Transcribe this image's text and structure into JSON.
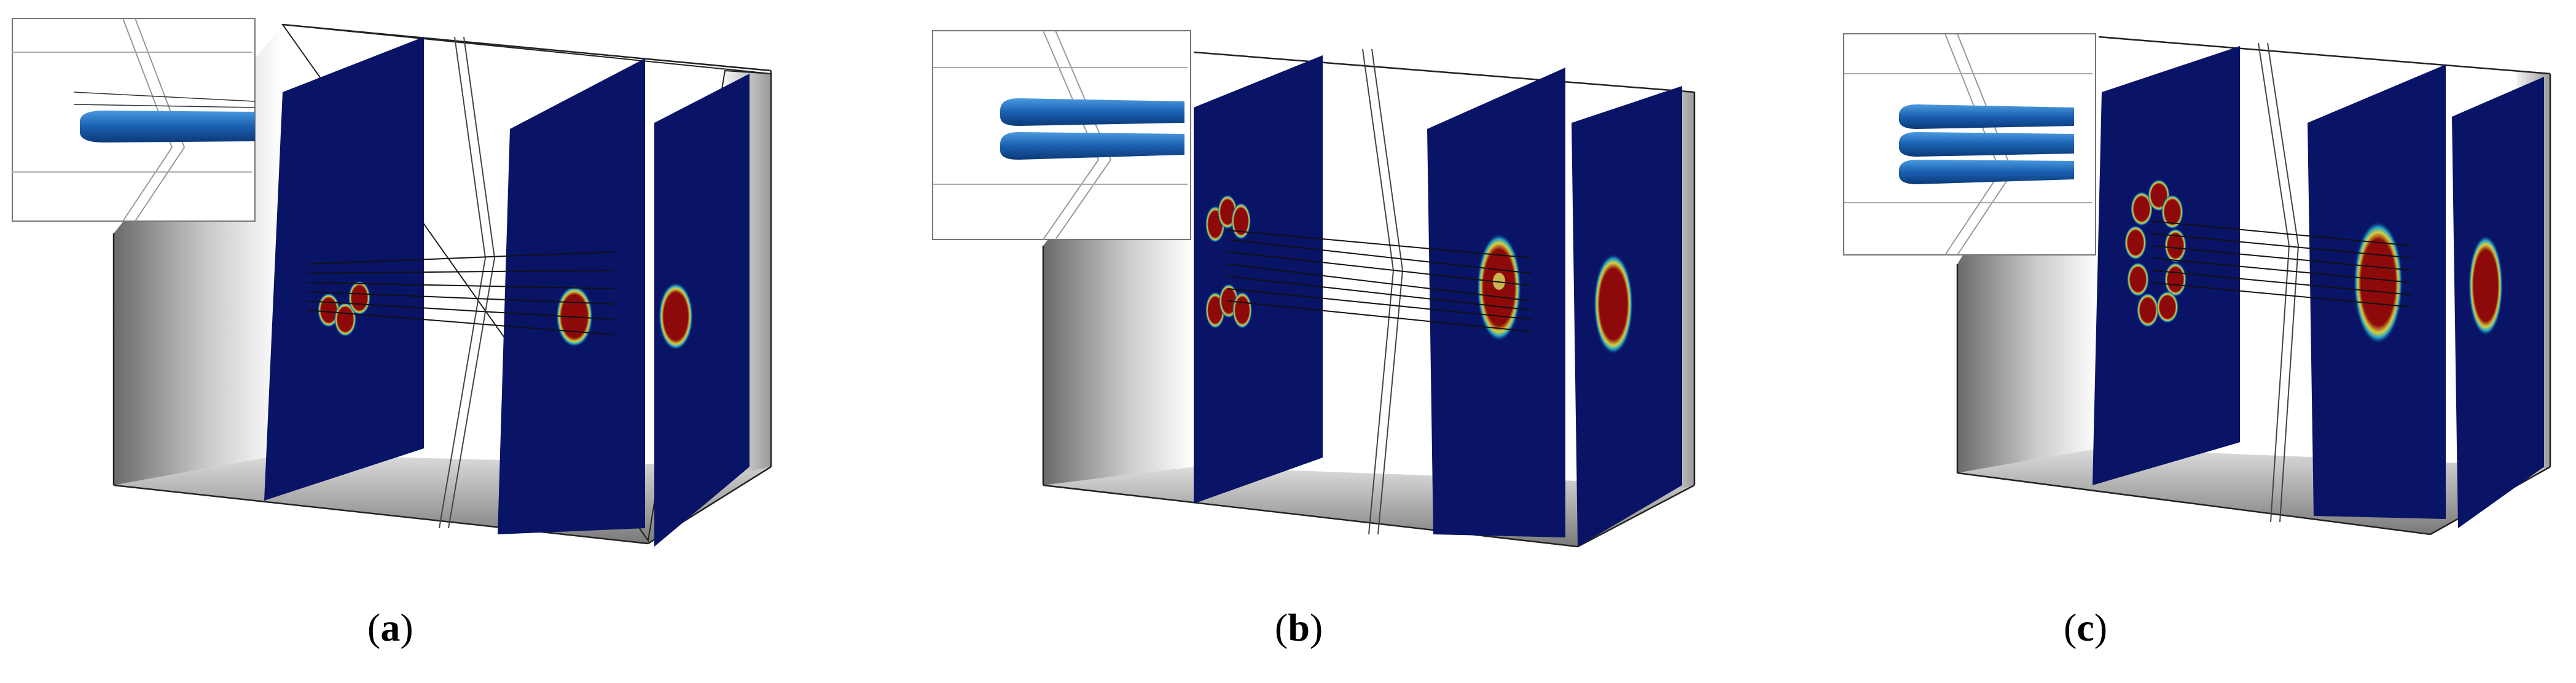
{
  "figure": {
    "panels": [
      {
        "id": "a",
        "label": "a",
        "jets": 1
      },
      {
        "id": "b",
        "label": "b",
        "jets": 2
      },
      {
        "id": "c",
        "label": "c",
        "jets": 3
      }
    ],
    "colors": {
      "plane": "#0a1466",
      "hot": "#8e0a0a",
      "halo": "#1fa0c8",
      "jet": "#1a5fb0",
      "box_shade": "#8a8a8a"
    }
  }
}
